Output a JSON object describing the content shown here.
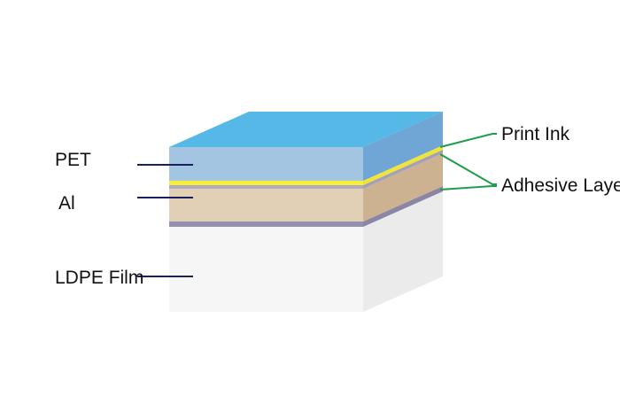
{
  "labels": {
    "pet": "PET",
    "al": "Al",
    "ldpe": "LDPE Film",
    "print_ink": "Print Ink",
    "adhesive": "Adhesive Layer"
  },
  "colors": {
    "top_face": "#55b8e6",
    "pet_front": "#a3c5e2",
    "pet_side": "#6fa6d6",
    "ink": "#f4ee3a",
    "adhesive": "#9590ad",
    "al_front": "#e1d0b5",
    "al_side": "#cdb292",
    "ldpe_front": "#f6f6f6",
    "ldpe_side": "#ebebeb",
    "left_leader": "#1b1f5e",
    "right_leader": "#1e9e4a"
  }
}
